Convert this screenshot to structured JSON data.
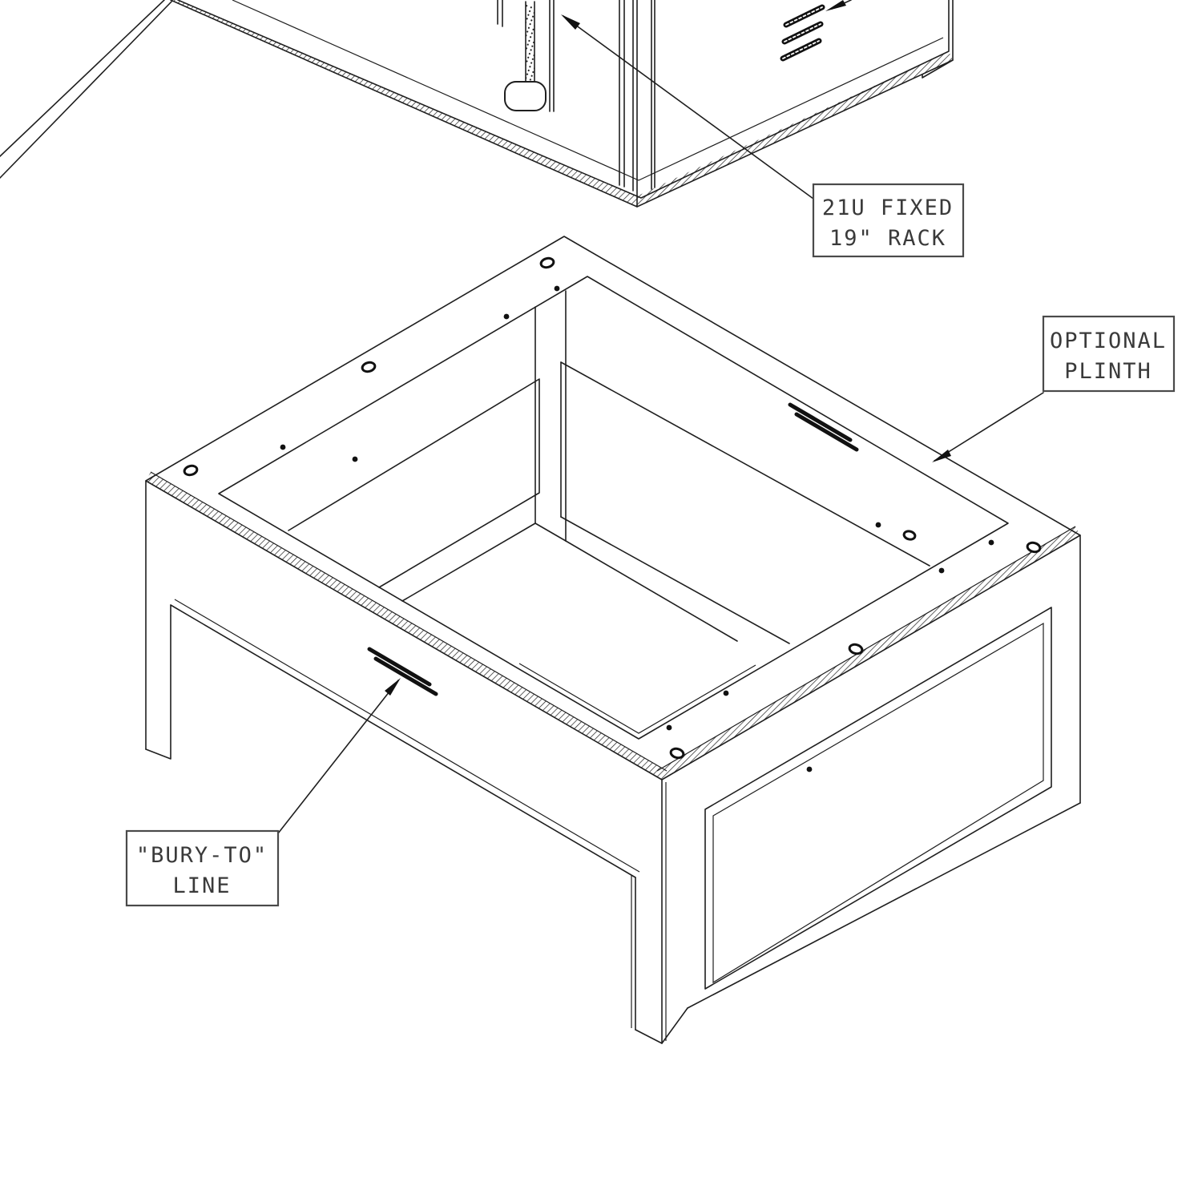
{
  "figure": {
    "kind": "isometric-technical-drawing",
    "subject": "Rack cabinet with optional plinth base, exploded view"
  },
  "callouts": {
    "rack": {
      "line1": "21U FIXED",
      "line2": "19\" RACK"
    },
    "plinth": {
      "line1": "OPTIONAL",
      "line2": "PLINTH"
    },
    "bury": {
      "line1": "\"BURY-TO\"",
      "line2": "LINE"
    }
  },
  "colors": {
    "line": "#1f1f1f",
    "label_text": "#3a3a3a",
    "label_border": "#4a4a4a",
    "background": "#ffffff"
  }
}
